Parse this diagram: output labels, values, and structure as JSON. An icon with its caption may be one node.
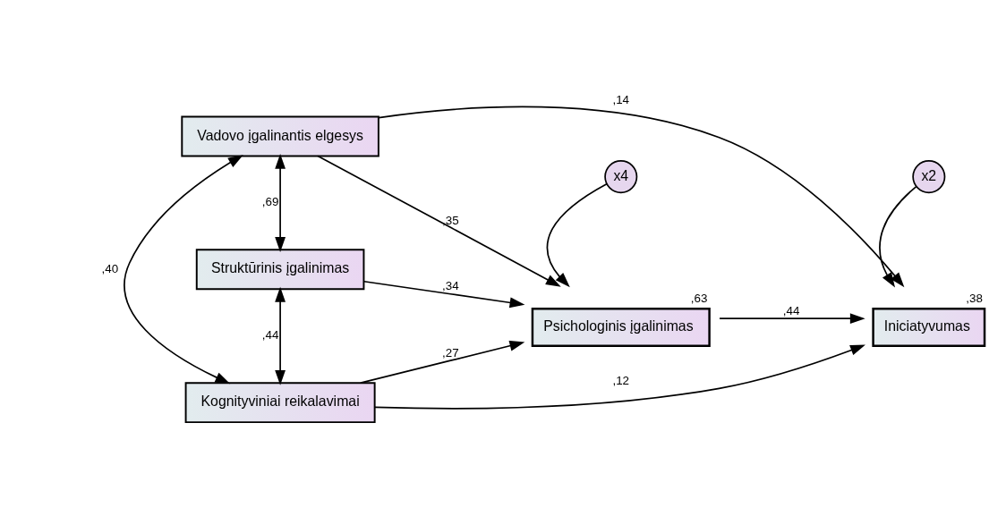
{
  "diagram": {
    "nodes": [
      {
        "text": [
          "Vadovo įgalinantis elgesys"
        ]
      },
      {
        "text": [
          "Struktūrinis įgalinimas"
        ]
      },
      {
        "text": [
          "Kognityviniai reikalavimai"
        ]
      },
      {
        "text": [
          "Psichologinis įgalinimas"
        ],
        "beside": [
          ",63"
        ]
      },
      {
        "text": [
          "Iniciatyvumas"
        ],
        "beside": [
          ",38"
        ]
      },
      {
        "text": [
          "x4"
        ]
      },
      {
        "text": [
          "x2"
        ]
      }
    ],
    "edges": [
      {
        "from": 0,
        "to": 3,
        "arrow": "to",
        "label": ",35"
      },
      {
        "from": 0,
        "to": 4,
        "arrow": "to",
        "label": ",14"
      },
      {
        "from": 5,
        "to": 3,
        "arrow": "to"
      },
      {
        "from": 1,
        "to": 3,
        "arrow": "to",
        "label": ",34"
      },
      {
        "from": 3,
        "to": 4,
        "arrow": "to",
        "label": ",44"
      },
      {
        "from": 2,
        "to": 3,
        "arrow": "to",
        "label": ",27"
      },
      {
        "from": 2,
        "to": 4,
        "arrow": "to",
        "label": ",12"
      },
      {
        "from": 6,
        "to": 4,
        "arrow": "to"
      },
      {
        "from": 0,
        "to": 1,
        "arrow": "both",
        "label": ",69"
      },
      {
        "from": 1,
        "to": 2,
        "arrow": "both",
        "label": ",44"
      },
      {
        "from": 0,
        "to": 2,
        "arrow": "both",
        "label": ",40"
      }
    ]
  }
}
